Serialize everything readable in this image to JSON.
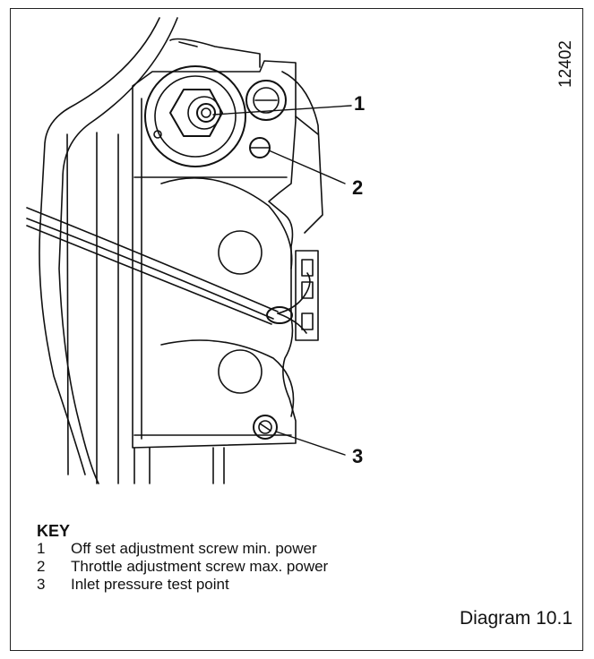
{
  "figure": {
    "reference_number": "12402",
    "callouts": [
      "1",
      "2",
      "3"
    ],
    "key_title": "KEY",
    "key_items": [
      {
        "num": "1",
        "text": "Off set adjustment screw min. power"
      },
      {
        "num": "2",
        "text": "Throttle adjustment screw max. power"
      },
      {
        "num": "3",
        "text": "Inlet pressure test point"
      }
    ],
    "caption": "Diagram  10.1"
  }
}
